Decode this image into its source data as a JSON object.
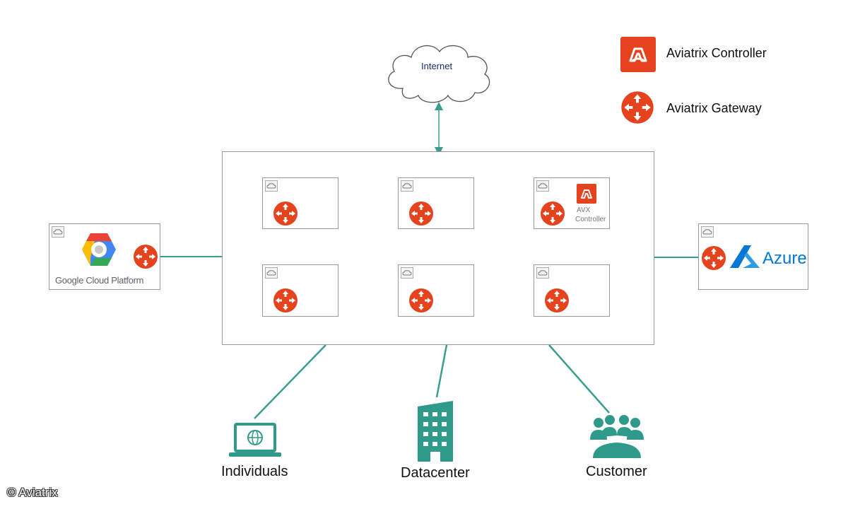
{
  "internet": {
    "label": "Internet"
  },
  "legend": {
    "controller_label": "Aviatrix Controller",
    "gateway_label": "Aviatrix Gateway"
  },
  "gcp": {
    "brand_label": "Google Cloud Platform"
  },
  "azure": {
    "brand_label": "Azure"
  },
  "controller_vpc": {
    "label_line1": "AVX",
    "label_line2": "Controller"
  },
  "endpoints": {
    "individuals": "Individuals",
    "datacenter": "Datacenter",
    "customer": "Customer"
  },
  "copyright": "© Aviatrix",
  "colors": {
    "accent": "#e5431d",
    "link": "#3a9e8f",
    "endpoint": "#2f9a8a"
  }
}
